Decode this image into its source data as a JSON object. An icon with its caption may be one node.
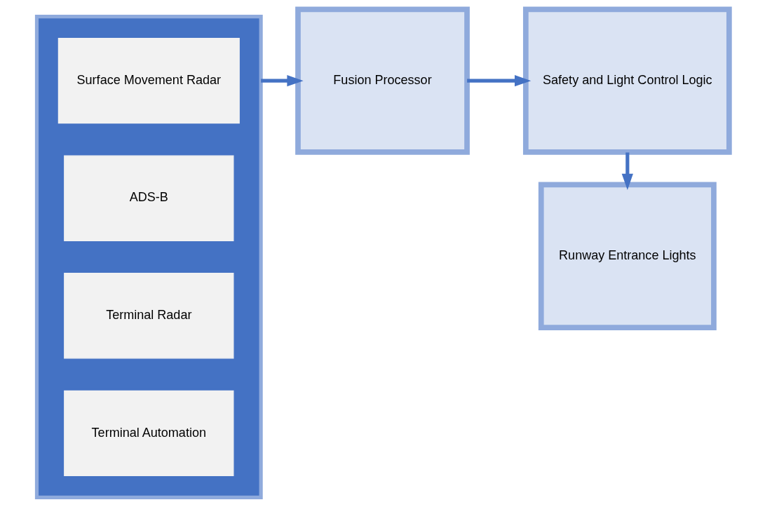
{
  "diagram": {
    "nodes": [
      {
        "text": [],
        "shape": "box"
      },
      {
        "text": [
          "Surface Movement Radar"
        ],
        "in": 0
      },
      {
        "text": [
          "ADS-B"
        ],
        "in": 0
      },
      {
        "text": [
          "Terminal Radar"
        ],
        "in": 0
      },
      {
        "text": [
          "Terminal Automation"
        ],
        "in": 0
      },
      {
        "text": [
          "Fusion Processor"
        ]
      },
      {
        "text": [
          "Safety and Light Control Logic"
        ]
      },
      {
        "text": [
          "Runway Entrance Lights"
        ]
      }
    ],
    "edges": [
      {
        "from": 0,
        "to": 5,
        "arrow": "to"
      },
      {
        "from": 5,
        "to": 6,
        "arrow": "to"
      },
      {
        "from": 6,
        "to": 7,
        "arrow": "to"
      }
    ]
  }
}
